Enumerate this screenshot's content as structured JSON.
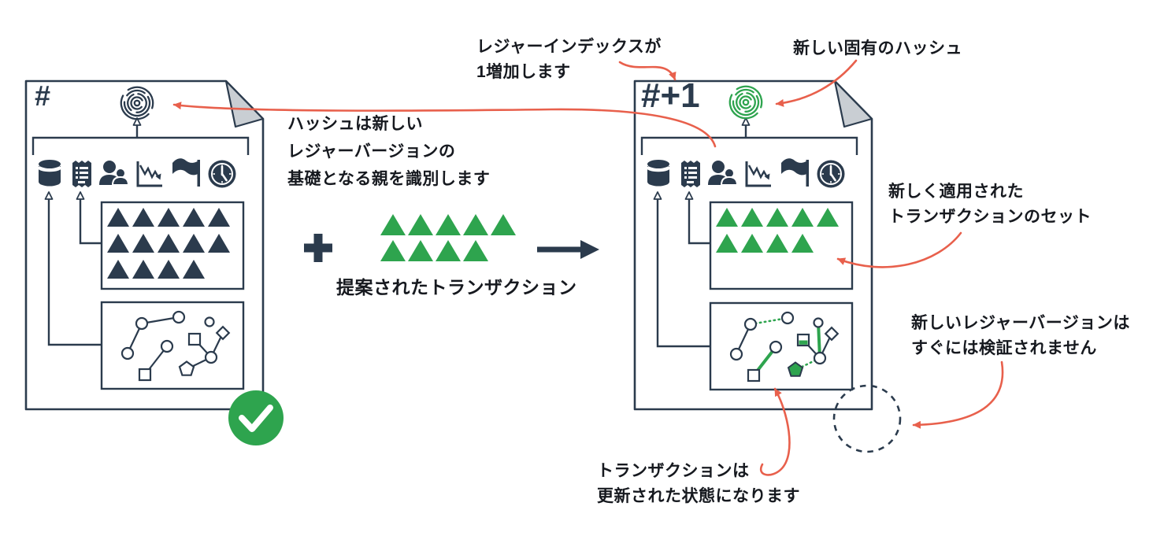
{
  "colors": {
    "navy": "#2b3b4d",
    "green": "#2ea44e",
    "red": "#e8604c",
    "text": "#16191f",
    "fold_gray": "#c9ced3"
  },
  "left_document": {
    "ledger_index_label": "#",
    "hash_icon": "fingerprint-icon",
    "hash_icon_color": "#2b3b4d",
    "component_icons": [
      "database-icon",
      "receipt-icon",
      "users-icon",
      "metrics-chart-icon",
      "flag-icon",
      "clock-icon"
    ],
    "transaction_rows": [
      5,
      5,
      4
    ],
    "transaction_color": "#2b3b4d",
    "status": "verified",
    "status_icon": "check-circle-icon"
  },
  "proposed": {
    "plus_symbol": "+",
    "transaction_rows": [
      5,
      4
    ],
    "transaction_color": "#2ea44e",
    "label": "提案されたトランザクション",
    "result_symbol": "right-arrow-icon"
  },
  "right_document": {
    "ledger_index_label": "#+1",
    "hash_icon": "fingerprint-icon",
    "hash_icon_color": "#2ea44e",
    "component_icons": [
      "database-icon",
      "receipt-icon",
      "users-icon",
      "metrics-chart-icon",
      "flag-icon",
      "clock-icon"
    ],
    "new_transaction_rows": [
      5,
      4
    ],
    "new_transaction_color": "#2ea44e",
    "status": "not-yet-verified",
    "status_icon": "dashed-circle-icon"
  },
  "annotations": {
    "ledger_index_increment": "レジャーインデックスが\n1増加します",
    "new_unique_hash": "新しい固有のハッシュ",
    "hash_identifies_parent": "ハッシュは新しい\nレジャーバージョンの\n基礎となる親を識別します",
    "newly_applied_set": "新しく適用された\nトランザクションのセット",
    "not_immediately_verified": "新しいレジャーバージョンは\nすぐには検証されません",
    "transactions_updated_state": "トランザクションは\n更新された状態になります"
  }
}
